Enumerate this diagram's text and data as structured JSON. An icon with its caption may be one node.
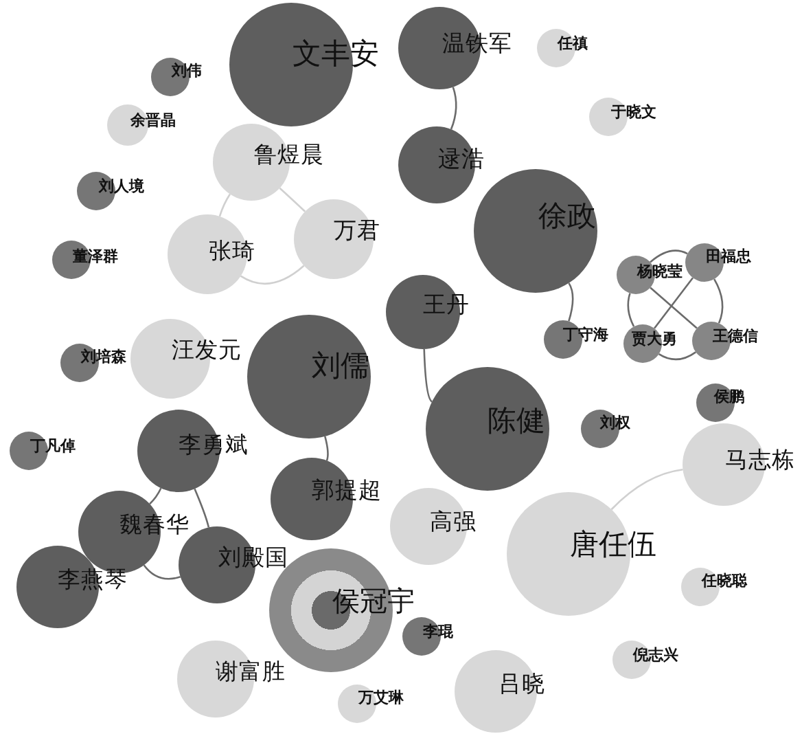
{
  "diagram": {
    "nodes": [
      {
        "text": [
          "文丰安"
        ]
      },
      {
        "text": [
          "温铁军"
        ]
      },
      {
        "text": [
          "任禛"
        ]
      },
      {
        "text": [
          "刘伟"
        ]
      },
      {
        "text": [
          "于晓文"
        ]
      },
      {
        "text": [
          "余晋晶"
        ]
      },
      {
        "text": [
          "鲁煜晨"
        ]
      },
      {
        "text": [
          "逯浩"
        ]
      },
      {
        "text": [
          "刘人境"
        ]
      },
      {
        "text": [
          "徐政"
        ]
      },
      {
        "text": [
          "董泽群"
        ]
      },
      {
        "text": [
          "张琦"
        ]
      },
      {
        "text": [
          "万君"
        ]
      },
      {
        "text": [
          "杨晓莹"
        ]
      },
      {
        "text": [
          "田福忠"
        ]
      },
      {
        "text": [
          "王丹"
        ]
      },
      {
        "text": [
          "丁守海"
        ]
      },
      {
        "text": [
          "贾大勇"
        ]
      },
      {
        "text": [
          "王德信"
        ]
      },
      {
        "text": [
          "刘培森"
        ]
      },
      {
        "text": [
          "汪发元"
        ]
      },
      {
        "text": [
          "刘儒"
        ]
      },
      {
        "text": [
          "侯鹏"
        ]
      },
      {
        "text": [
          "陈健"
        ]
      },
      {
        "text": [
          "刘权"
        ]
      },
      {
        "text": [
          "丁凡倬"
        ]
      },
      {
        "text": [
          "李勇斌"
        ]
      },
      {
        "text": [
          "马志栋"
        ]
      },
      {
        "text": [
          "郭提超"
        ]
      },
      {
        "text": [
          "魏春华"
        ]
      },
      {
        "text": [
          "高强"
        ]
      },
      {
        "text": [
          "唐任伍"
        ]
      },
      {
        "text": [
          "刘殿国"
        ]
      },
      {
        "text": [
          "李燕琴"
        ]
      },
      {
        "text": [
          "侯冠宇"
        ]
      },
      {
        "text": [
          "任晓聪"
        ]
      },
      {
        "text": [
          "李琨"
        ]
      },
      {
        "text": [
          "倪志兴"
        ]
      },
      {
        "text": [
          "谢富胜"
        ]
      },
      {
        "text": [
          "吕晓"
        ]
      },
      {
        "text": [
          "万艾琳"
        ]
      }
    ],
    "edges": [
      {
        "from": 1,
        "to": 7,
        "arrow": "none"
      },
      {
        "from": 9,
        "to": 16,
        "arrow": "none"
      },
      {
        "from": 6,
        "to": 11,
        "arrow": "none",
        "color": "#d0d0d0"
      },
      {
        "from": 6,
        "to": 12,
        "arrow": "none",
        "color": "#d0d0d0"
      },
      {
        "from": 11,
        "to": 12,
        "arrow": "none",
        "color": "#d0d0d0"
      },
      {
        "from": 13,
        "to": 14,
        "arrow": "none"
      },
      {
        "from": 13,
        "to": 17,
        "arrow": "none"
      },
      {
        "from": 13,
        "to": 18,
        "arrow": "none"
      },
      {
        "from": 14,
        "to": 17,
        "arrow": "none"
      },
      {
        "from": 14,
        "to": 18,
        "arrow": "none"
      },
      {
        "from": 17,
        "to": 18,
        "arrow": "none"
      },
      {
        "from": 15,
        "to": 23,
        "arrow": "none"
      },
      {
        "from": 21,
        "to": 28,
        "arrow": "none"
      },
      {
        "from": 26,
        "to": 29,
        "arrow": "none"
      },
      {
        "from": 26,
        "to": 32,
        "arrow": "none"
      },
      {
        "from": 29,
        "to": 32,
        "arrow": "none"
      },
      {
        "from": 27,
        "to": 31,
        "arrow": "none",
        "color": "#d0d0d0"
      }
    ]
  }
}
